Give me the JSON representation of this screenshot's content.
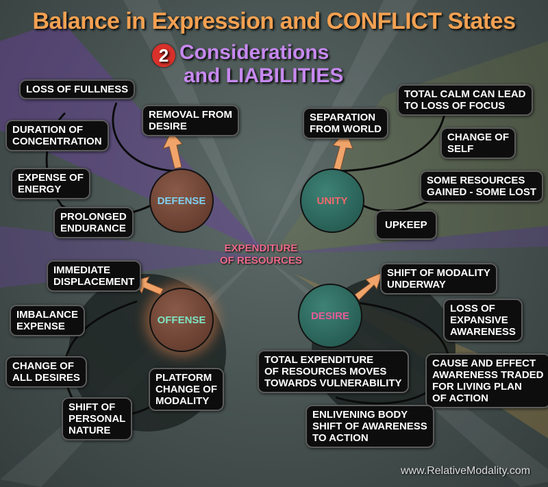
{
  "title": {
    "line1": "Balance in Expression and CONFLICT States",
    "number": "2",
    "line2": "Considerations",
    "line3": "and LIABILITIES"
  },
  "center_label": {
    "line1": "EXPENDITURE",
    "line2": "OF RESOURCES"
  },
  "nodes": {
    "defense": "DEFENSE",
    "unity": "UNITY",
    "offense": "OFFENSE",
    "desire": "DESIRE"
  },
  "defense_items": {
    "removal": [
      "REMOVAL FROM",
      "DESIRE"
    ],
    "loss_fullness": [
      "LOSS OF FULLNESS"
    ],
    "duration": [
      "DURATION OF",
      "CONCENTRATION"
    ],
    "expense_energy": [
      "EXPENSE OF",
      "ENERGY"
    ],
    "prolonged": [
      "PROLONGED",
      "ENDURANCE"
    ]
  },
  "unity_items": {
    "separation": [
      "SEPARATION",
      "FROM WORLD"
    ],
    "total_calm": [
      "TOTAL CALM CAN LEAD",
      "TO LOSS OF FOCUS"
    ],
    "change_self": [
      "CHANGE OF",
      "SELF"
    ],
    "resources": [
      "SOME RESOURCES",
      "GAINED - SOME LOST"
    ],
    "upkeep": [
      "UPKEEP"
    ]
  },
  "offense_items": {
    "displacement": [
      "IMMEDIATE",
      "DISPLACEMENT"
    ],
    "imbalance": [
      "IMBALANCE",
      "EXPENSE"
    ],
    "change_desires": [
      "CHANGE OF",
      "ALL DESIRES"
    ],
    "shift_nature": [
      "SHIFT OF",
      "PERSONAL",
      "NATURE"
    ],
    "platform": [
      "PLATFORM",
      "CHANGE OF",
      "MODALITY"
    ]
  },
  "desire_items": {
    "shift_modality": [
      "SHIFT OF MODALITY",
      "UNDERWAY"
    ],
    "loss_expansive": [
      "LOSS OF",
      "EXPANSIVE",
      "AWARENESS"
    ],
    "cause_effect": [
      "CAUSE AND EFFECT",
      "AWARENESS TRADED",
      "FOR LIVING PLAN",
      "OF ACTION"
    ],
    "total_expenditure": [
      "TOTAL EXPENDITURE",
      "OF RESOURCES MOVES",
      "TOWARDS VULNERABILITY"
    ],
    "enlivening": [
      "ENLIVENING BODY",
      "SHIFT OF AWARENESS",
      "TO ACTION"
    ]
  },
  "url": "www.RelativeModality.com",
  "colors": {
    "title_orange": "#f4a152",
    "title_purple": "#c789f0",
    "arrow": "#f0a46a",
    "number_badge": "#d9302a"
  }
}
